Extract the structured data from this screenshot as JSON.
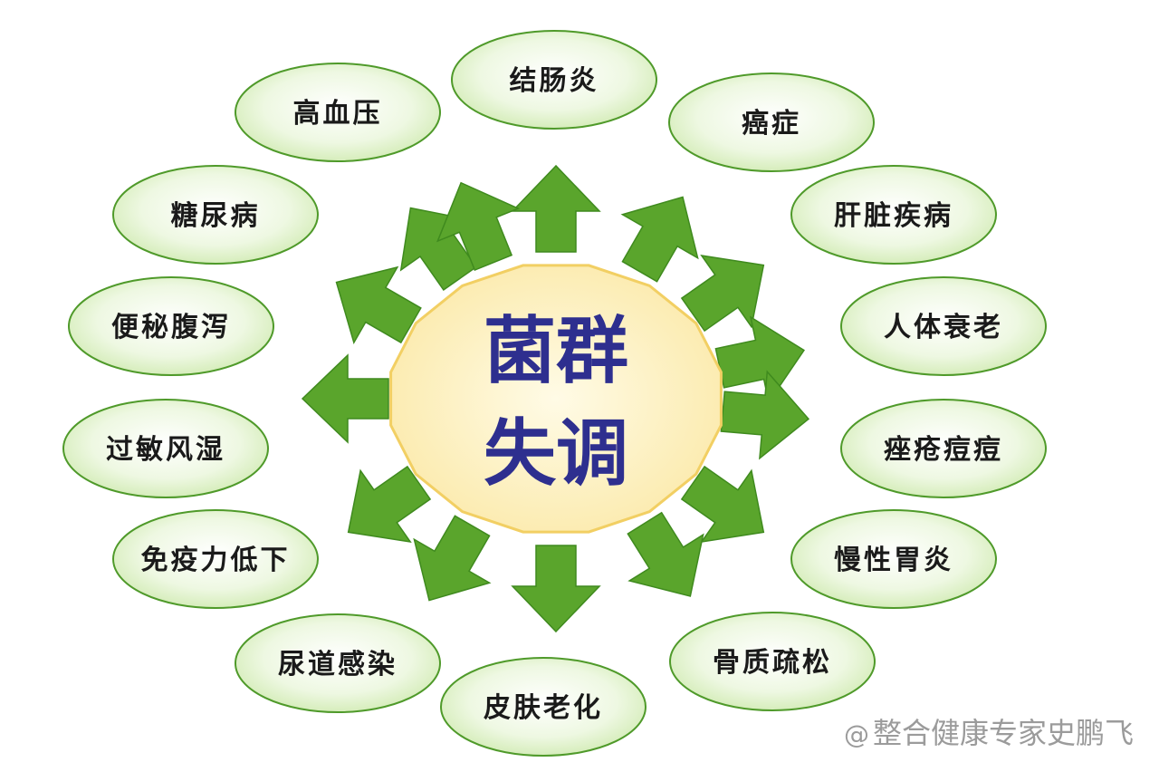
{
  "center": {
    "line1": "菌群",
    "line2": "失调"
  },
  "nodes": [
    {
      "id": "colitis",
      "label": "结肠炎"
    },
    {
      "id": "cancer",
      "label": "癌症"
    },
    {
      "id": "liver",
      "label": "肝脏疾病"
    },
    {
      "id": "aging",
      "label": "人体衰老"
    },
    {
      "id": "acne",
      "label": "痤疮痘痘"
    },
    {
      "id": "gastritis",
      "label": "慢性胃炎"
    },
    {
      "id": "osteoporosis",
      "label": "骨质疏松"
    },
    {
      "id": "skin-aging",
      "label": "皮肤老化"
    },
    {
      "id": "uti",
      "label": "尿道感染"
    },
    {
      "id": "immunity",
      "label": "免疫力低下"
    },
    {
      "id": "allergy",
      "label": "过敏风湿"
    },
    {
      "id": "constipation",
      "label": "便秘腹泻"
    },
    {
      "id": "diabetes",
      "label": "糖尿病"
    },
    {
      "id": "hypertension",
      "label": "高血压"
    }
  ],
  "watermark": {
    "prefix": "@",
    "text": "整合健康专家史鹏飞"
  },
  "colors": {
    "ellipse_fill": "#eaf6da",
    "ellipse_stroke": "#4f9a2a",
    "arrow": "#5aa52c",
    "center_fill": "#fdf1c4",
    "center_stroke": "#f2cf63",
    "center_text": "#2e2f8f"
  }
}
